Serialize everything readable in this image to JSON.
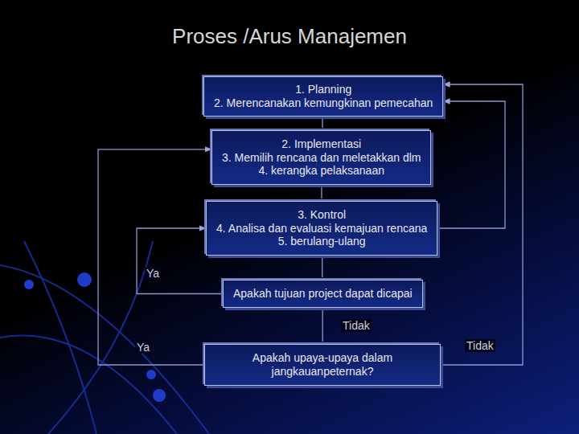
{
  "diagram": {
    "title": "Proses /Arus Manajemen",
    "nodes": [
      {
        "text": [
          "1. Planning",
          "2. Merencanakan kemungkinan pemecahan"
        ]
      },
      {
        "text": [
          "2. Implementasi",
          "3. Memilih rencana dan meletakkan dlm",
          "4. kerangka pelaksanaan"
        ]
      },
      {
        "text": [
          "3. Kontrol",
          "4. Analisa dan evaluasi kemajuan rencana",
          "5. berulang-ulang"
        ]
      },
      {
        "text": [
          "Apakah tujuan project dapat dicapai"
        ]
      },
      {
        "text": [
          "Apakah upaya-upaya dalam jangkauanpeternak?"
        ]
      }
    ],
    "edges": [
      {
        "from": 0,
        "to": 1,
        "arrow": "none"
      },
      {
        "from": 1,
        "to": 2,
        "arrow": "none"
      },
      {
        "from": 2,
        "to": 3,
        "arrow": "none"
      },
      {
        "from": 3,
        "to": 4,
        "label": "Tidak",
        "arrow": "none"
      },
      {
        "from": 3,
        "to": 2,
        "label": "Ya",
        "arrow": "to"
      },
      {
        "from": 4,
        "to": 1,
        "label": "Ya",
        "arrow": "to"
      },
      {
        "from": 2,
        "to": 0,
        "arrow": "to"
      },
      {
        "from": 4,
        "to": 0,
        "label": "Tidak",
        "arrow": "to"
      }
    ]
  }
}
